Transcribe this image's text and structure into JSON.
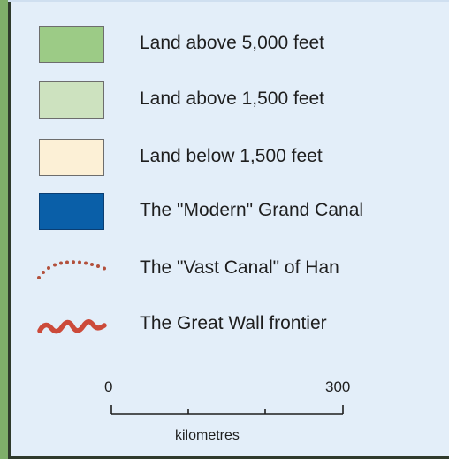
{
  "legend": {
    "items": [
      {
        "label": "Land above 5,000 feet",
        "color": "#9ccb86",
        "border": "#6d6d6d",
        "icon": "swatch"
      },
      {
        "label": "Land above 1,500 feet",
        "color": "#cde2bf",
        "border": "#6d6d6d",
        "icon": "swatch"
      },
      {
        "label": "Land below 1,500 feet",
        "color": "#fcf0d6",
        "border": "#6d6d6d",
        "icon": "swatch"
      },
      {
        "label": "The \"Modern\" Grand Canal",
        "color": "#0a5fa8",
        "border": "#0a3e73",
        "icon": "swatch"
      },
      {
        "label": "The \"Vast Canal\" of Han",
        "color": "#b2503c",
        "icon": "dotted-arc-icon"
      },
      {
        "label": "The Great Wall frontier",
        "color": "#cc4a3a",
        "icon": "wavy-line-icon"
      }
    ]
  },
  "scale": {
    "start_label": "0",
    "end_label": "300",
    "unit_label": "kilometres"
  }
}
